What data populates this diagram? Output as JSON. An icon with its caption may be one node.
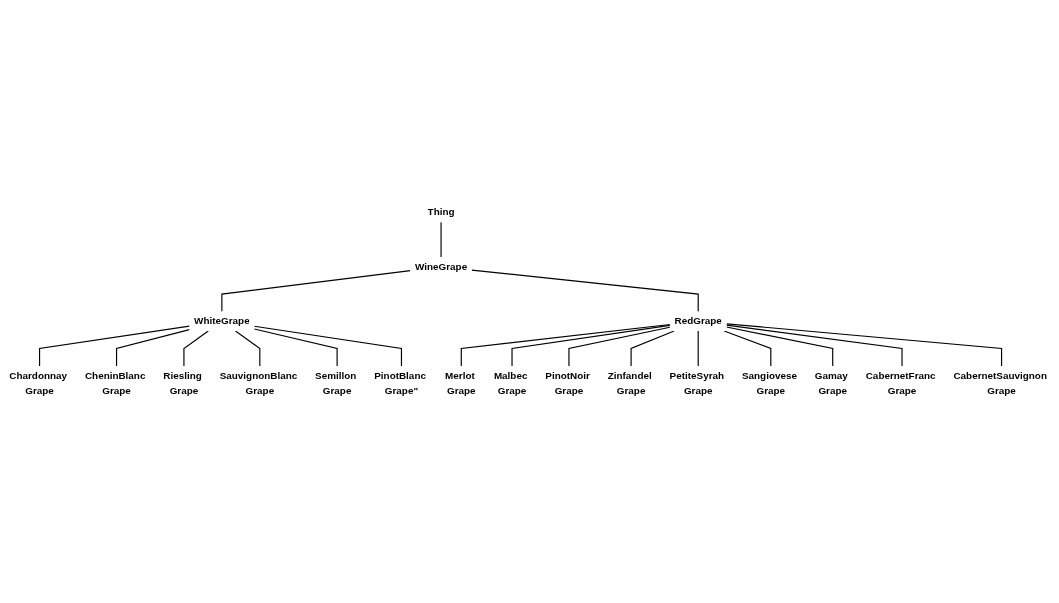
{
  "diagram": {
    "nodes": [
      {
        "text": [
          "Thing"
        ]
      },
      {
        "text": [
          "WineGrape"
        ]
      },
      {
        "text": [
          "WhiteGrape"
        ]
      },
      {
        "text": [
          "RedGrape"
        ]
      },
      {
        "text": [
          "Chardonnay Grape"
        ]
      },
      {
        "text": [
          "CheninBlanc Grape"
        ]
      },
      {
        "text": [
          "Riesling Grape"
        ]
      },
      {
        "text": [
          "SauvignonBlanc Grape"
        ]
      },
      {
        "text": [
          "Semillon Grape"
        ]
      },
      {
        "text": [
          "PinotBlanc Grape\""
        ]
      },
      {
        "text": [
          "Merlot Grape"
        ]
      },
      {
        "text": [
          "Malbec Grape"
        ]
      },
      {
        "text": [
          "PinotNoir Grape"
        ]
      },
      {
        "text": [
          "Zinfandel Grape"
        ]
      },
      {
        "text": [
          "PetiteSyrah Grape"
        ]
      },
      {
        "text": [
          "Sangiovese Grape"
        ]
      },
      {
        "text": [
          "Gamay Grape"
        ]
      },
      {
        "text": [
          "CabernetFranc Grape"
        ]
      },
      {
        "text": [
          "CabernetSauvignon Grape"
        ]
      }
    ],
    "edges": [
      {
        "from": 0,
        "to": 1,
        "arrow": "none"
      },
      {
        "from": 1,
        "to": 2,
        "arrow": "none"
      },
      {
        "from": 1,
        "to": 3,
        "arrow": "none"
      },
      {
        "from": 2,
        "to": 4,
        "arrow": "none"
      },
      {
        "from": 2,
        "to": 5,
        "arrow": "none"
      },
      {
        "from": 2,
        "to": 6,
        "arrow": "none"
      },
      {
        "from": 2,
        "to": 7,
        "arrow": "none"
      },
      {
        "from": 2,
        "to": 8,
        "arrow": "none"
      },
      {
        "from": 2,
        "to": 9,
        "arrow": "none"
      },
      {
        "from": 3,
        "to": 10,
        "arrow": "none"
      },
      {
        "from": 3,
        "to": 11,
        "arrow": "none"
      },
      {
        "from": 3,
        "to": 12,
        "arrow": "none"
      },
      {
        "from": 3,
        "to": 13,
        "arrow": "none"
      },
      {
        "from": 3,
        "to": 14,
        "arrow": "none"
      },
      {
        "from": 3,
        "to": 15,
        "arrow": "none"
      },
      {
        "from": 3,
        "to": 16,
        "arrow": "none"
      },
      {
        "from": 3,
        "to": 17,
        "arrow": "none"
      },
      {
        "from": 3,
        "to": 18,
        "arrow": "none"
      }
    ]
  }
}
